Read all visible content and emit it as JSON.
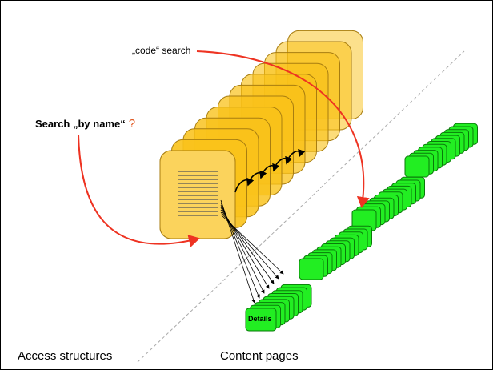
{
  "labels": {
    "code_search": "„code“ search",
    "search_by_name": "Search „by name“",
    "question_mark": "?",
    "details": "Details",
    "access_structures": "Access structures",
    "content_pages": "Content pages"
  },
  "colors": {
    "access_card_fill": "#f9c21a",
    "access_card_stroke": "#a87d10",
    "content_page_fill": "#22ee22",
    "content_page_stroke": "#0a7a0a",
    "arrow_red": "#ee3322",
    "divider_gray": "#aaaaaa"
  },
  "icons": {
    "access_card": "document-card-icon",
    "content_page": "page-icon"
  }
}
